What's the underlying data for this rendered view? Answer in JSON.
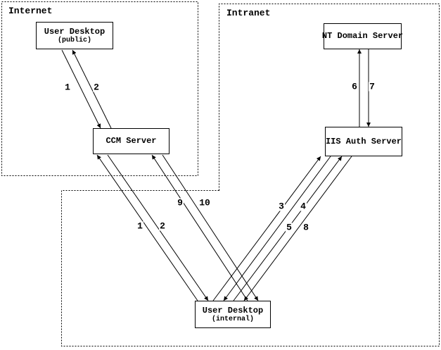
{
  "diagram": {
    "regions": [
      {
        "id": "internet",
        "label": "Internet"
      },
      {
        "id": "intranet",
        "label": "Intranet"
      }
    ],
    "nodes": [
      {
        "id": "user-desktop-public",
        "title": "User Desktop",
        "subtitle": "(public)",
        "region": "internet"
      },
      {
        "id": "ccm-server",
        "title": "CCM Server",
        "subtitle": "",
        "region": "internet"
      },
      {
        "id": "nt-domain-server",
        "title": "NT Domain Server",
        "subtitle": "",
        "region": "intranet"
      },
      {
        "id": "iis-auth-server",
        "title": "IIS Auth Server",
        "subtitle": "",
        "region": "intranet"
      },
      {
        "id": "user-desktop-internal",
        "title": "User Desktop",
        "subtitle": "(internal)",
        "region": "intranet"
      }
    ],
    "edges": [
      {
        "label": "1",
        "from": "user-desktop-public",
        "to": "ccm-server"
      },
      {
        "label": "2",
        "from": "ccm-server",
        "to": "user-desktop-public"
      },
      {
        "label": "1",
        "from": "user-desktop-internal",
        "to": "ccm-server"
      },
      {
        "label": "2",
        "from": "ccm-server",
        "to": "user-desktop-internal"
      },
      {
        "label": "9",
        "from": "user-desktop-internal",
        "to": "ccm-server"
      },
      {
        "label": "10",
        "from": "ccm-server",
        "to": "user-desktop-internal"
      },
      {
        "label": "3",
        "from": "user-desktop-internal",
        "to": "iis-auth-server"
      },
      {
        "label": "4",
        "from": "iis-auth-server",
        "to": "user-desktop-internal"
      },
      {
        "label": "5",
        "from": "user-desktop-internal",
        "to": "iis-auth-server"
      },
      {
        "label": "8",
        "from": "iis-auth-server",
        "to": "user-desktop-internal"
      },
      {
        "label": "6",
        "from": "iis-auth-server",
        "to": "nt-domain-server"
      },
      {
        "label": "7",
        "from": "nt-domain-server",
        "to": "iis-auth-server"
      }
    ],
    "colors": {
      "line": "#000000",
      "background": "#ffffff",
      "text": "#000000"
    }
  }
}
